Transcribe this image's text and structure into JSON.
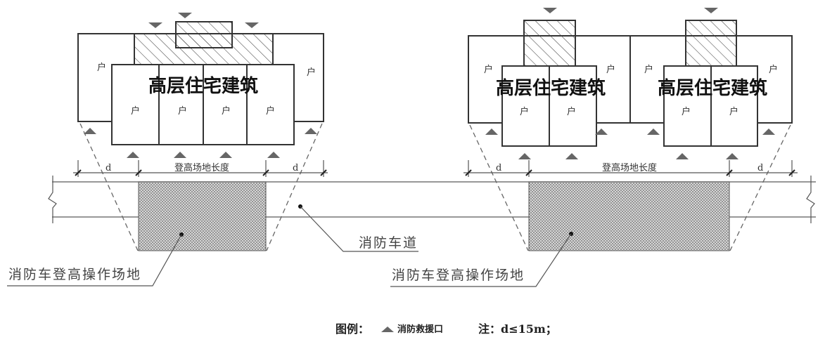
{
  "buildings": [
    {
      "title": "高层住宅建筑",
      "unit_label": "户"
    },
    {
      "title": "高层住宅建筑",
      "unit_label": "户"
    },
    {
      "title": "高层住宅建筑",
      "unit_label": "户"
    }
  ],
  "unit_label": "户",
  "dimensions": {
    "d_label": "d",
    "length_label": "登高场地长度"
  },
  "callouts": {
    "fire_lane": "消防车道",
    "operation_area_left": "消防车登高操作场地",
    "operation_area_right": "消防车登高操作场地"
  },
  "legend": {
    "title": "图例：",
    "symbol": "rescue-window-triangle-icon",
    "symbol_label": "消防救援口",
    "note": "注：d≤15m；"
  },
  "colors": {
    "line": "#333333",
    "triangle": "#666666",
    "stipple": "#b8b8b8",
    "hatch": "#444444"
  }
}
